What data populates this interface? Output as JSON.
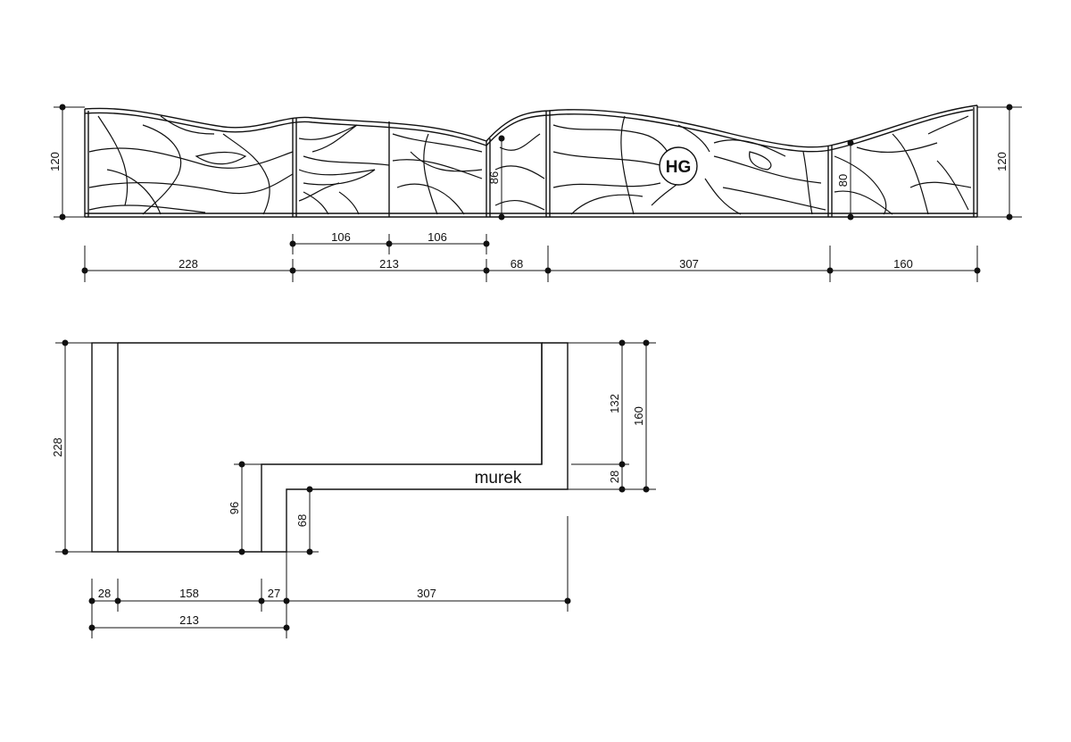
{
  "elevation": {
    "height_left": "120",
    "height_right": "120",
    "inner_height_1": "86",
    "inner_height_2": "80",
    "logo": "HG",
    "top_dims": [
      "106",
      "106"
    ],
    "bottom_dims": [
      "228",
      "213",
      "68",
      "307",
      "160"
    ]
  },
  "plan": {
    "label": "murek",
    "left_height": "228",
    "inner_left_height": "96",
    "inner_step_height": "68",
    "right_dims": [
      "132",
      "28"
    ],
    "right_total": "160",
    "bottom_dims": [
      "28",
      "158",
      "27",
      "307"
    ],
    "bottom_total": "213"
  }
}
